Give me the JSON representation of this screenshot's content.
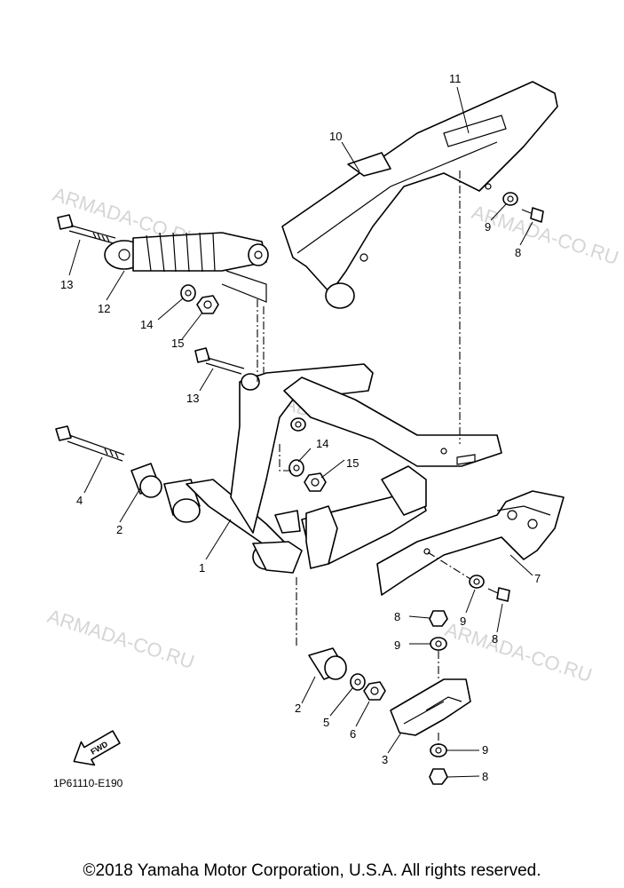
{
  "diagram": {
    "diagram_code": "1P61110-E190",
    "fwd_label": "FWD",
    "watermark": "ARMADA-CO.RU",
    "copyright": "©2018 Yamaha Motor Corporation, U.S.A. All rights reserved.",
    "callouts": [
      "11",
      "10",
      "9",
      "8",
      "13",
      "12",
      "14",
      "15",
      "13",
      "14",
      "15",
      "4",
      "2",
      "1",
      "7",
      "8",
      "9",
      "8",
      "9",
      "2",
      "5",
      "6",
      "3",
      "9",
      "8"
    ]
  }
}
